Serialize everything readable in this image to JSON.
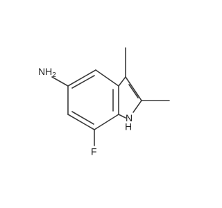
{
  "molecule": {
    "atom_labels": {
      "amine": "NH2",
      "amine_main": "NH",
      "amine_subscript": "2",
      "ring_nh": "NH",
      "ring_n": "N",
      "ring_h": "H",
      "fluorine": "F"
    }
  }
}
